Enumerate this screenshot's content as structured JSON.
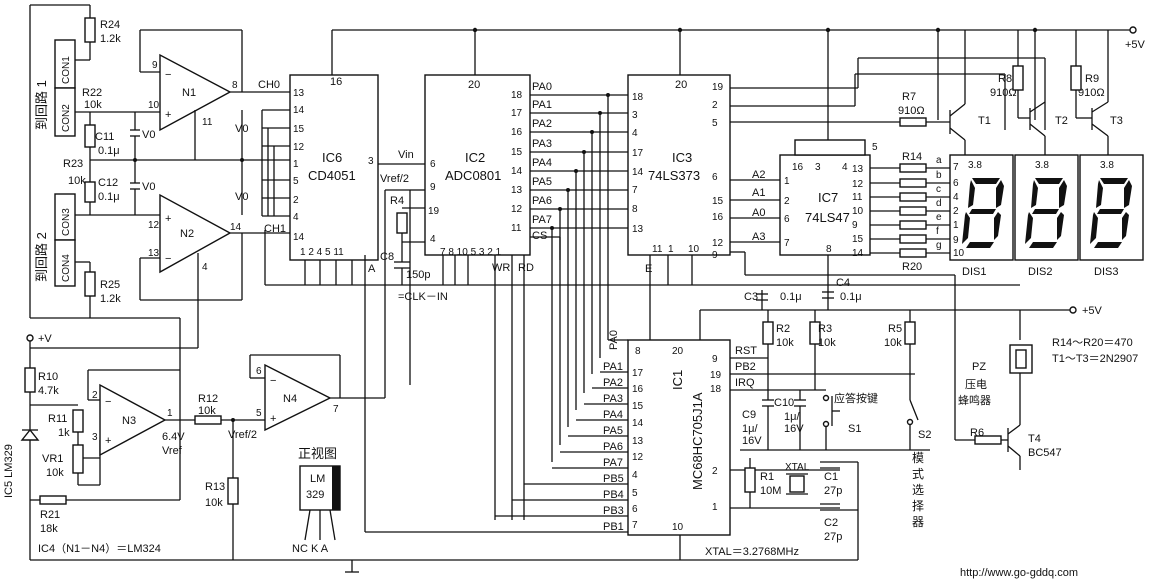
{
  "title": "",
  "labels": {
    "r24": "R24",
    "r24v": "1.2k",
    "r22": "R22",
    "r22v": "10k",
    "r23": "R23",
    "r23v": "10k",
    "r25": "R25",
    "r25v": "1.2k",
    "c11": "C11",
    "c11v": "0.1μ",
    "c12": "C12",
    "c12v": "0.1μ",
    "v0": "V0",
    "con1": "CON1",
    "con2": "CON2",
    "con3": "CON3",
    "con4": "CON4",
    "ch1label": "到回路 1",
    "ch2label": "到回路 2",
    "n1": "N1",
    "n2": "N2",
    "n3": "N3",
    "n4": "N4",
    "ch0": "CH0",
    "ch1": "CH1",
    "ic6": "IC6",
    "ic6part": "CD4051",
    "ic2": "IC2",
    "ic2part": "ADC0801",
    "ic3": "IC3",
    "ic3part": "74LS373",
    "ic7": "IC7",
    "ic7part": "74LS47",
    "ic1": "IC1",
    "ic1part": "MC68HC705J1A",
    "vin": "Vin",
    "vref2": "Vref/2",
    "r4": "R4",
    "c8": "C8",
    "c8v": "150p",
    "clk": "=CLK－IN",
    "wr": "WR",
    "rd": "RD",
    "cs": "CS",
    "pa": [
      "PA0",
      "PA1",
      "PA2",
      "PA3",
      "PA4",
      "PA5",
      "PA6",
      "PA7"
    ],
    "pb": [
      "PB5",
      "PB4",
      "PB3",
      "PB1"
    ],
    "a": [
      "A2",
      "A1",
      "A0",
      "A3"
    ],
    "r7": "R7",
    "r7v": "910Ω",
    "r8": "R8",
    "r8v": "910Ω",
    "r9": "R9",
    "r9v": "910Ω",
    "t1": "T1",
    "t2": "T2",
    "t3": "T3",
    "t4": "T4",
    "t4part": "BC547",
    "r14": "R14",
    "r20": "R20",
    "segs": [
      "a",
      "b",
      "c",
      "d",
      "e",
      "f",
      "g"
    ],
    "dis": [
      "DIS1",
      "DIS2",
      "DIS3"
    ],
    "dp": "3.8",
    "plus5v": "+5V",
    "c3": "C3",
    "c3v": "0.1μ",
    "c4": "C4",
    "c4v": "0.1μ",
    "r2": "R2",
    "r2v": "10k",
    "r3": "R3",
    "r3v": "10k",
    "r5": "R5",
    "r5v": "10k",
    "rst": "RST",
    "pb2": "PB2",
    "irq": "IRQ",
    "c9": "C9",
    "c9v": "1μ/",
    "c9v2": "16V",
    "c10": "C10",
    "c10v": "1μ/",
    "c10v2": "16V",
    "s1": "S1",
    "s1label": "应答按键",
    "s2": "S2",
    "s2label": "模式选择器",
    "r1": "R1",
    "r1v": "10M",
    "xtal": "XTAL",
    "c1": "C1",
    "c1v": "27p",
    "c2": "C2",
    "c2v": "27p",
    "xtalfreq": "XTAL＝3.2768MHz",
    "pz": "PZ",
    "pzlabel1": "压电",
    "pzlabel2": "蜂鸣器",
    "r6": "R6",
    "note1": "R14～R20＝470",
    "note2": "T1～T3＝2N2907",
    "plusv": "+V",
    "r10": "R10",
    "r10v": "4.7k",
    "r11": "R11",
    "r11v": "1k",
    "vr1": "VR1",
    "vr1v": "10k",
    "r21": "R21",
    "r21v": "18k",
    "ic5": "IC5 LM329",
    "vref": "6.4V",
    "vreflabel": "Vref",
    "r12": "R12",
    "r12v": "10k",
    "r13": "R13",
    "r13v": "10k",
    "vrefhalf": "Vref/2",
    "frontview": "正视图",
    "lm": "LM",
    "lm329": "329",
    "pins": "NC K A",
    "ic4note": "IC4（N1－N4）＝LM324",
    "website": "http://www.go-gddq.com"
  }
}
